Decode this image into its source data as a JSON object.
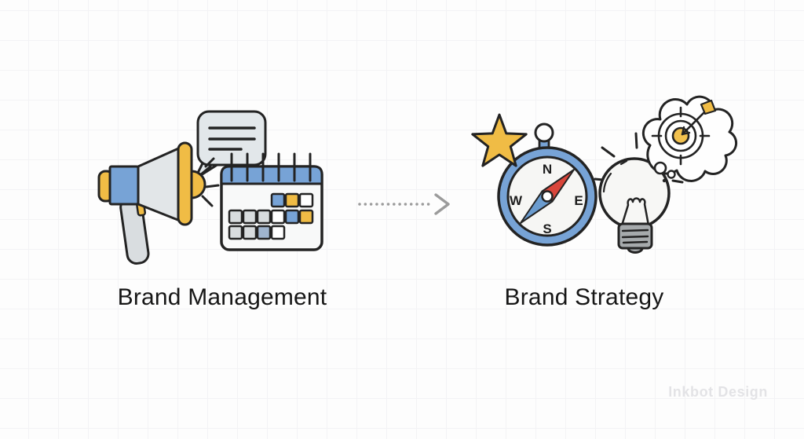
{
  "page": {
    "watermark": "Inkbot Design"
  },
  "comparison": {
    "arrow": {
      "style": "dotted",
      "direction": "right"
    },
    "left": {
      "label": "Brand Management",
      "icons": [
        "megaphone",
        "speech-bubble",
        "calendar"
      ]
    },
    "right": {
      "label": "Brand Strategy",
      "icons": [
        "star",
        "compass",
        "lightbulb",
        "thought-bubble-target"
      ],
      "compass_directions": {
        "north": "N",
        "west": "W",
        "east": "E",
        "south": "S"
      }
    }
  },
  "colors": {
    "yellow": "#F0BC45",
    "blue": "#77A3D6",
    "muted_blue": "#9FB4CE",
    "needle_red": "#D9453A",
    "needle_blue": "#6B9CCF",
    "light_gray": "#E2E6E8",
    "square_gray": "#D8DCDE",
    "bulb_base_gray": "#A6AAAC",
    "outline": "#232323",
    "arrow_dot_gray": "#9B9B9B",
    "label_text": "#161616",
    "watermark_text": "#E3E3E6"
  }
}
